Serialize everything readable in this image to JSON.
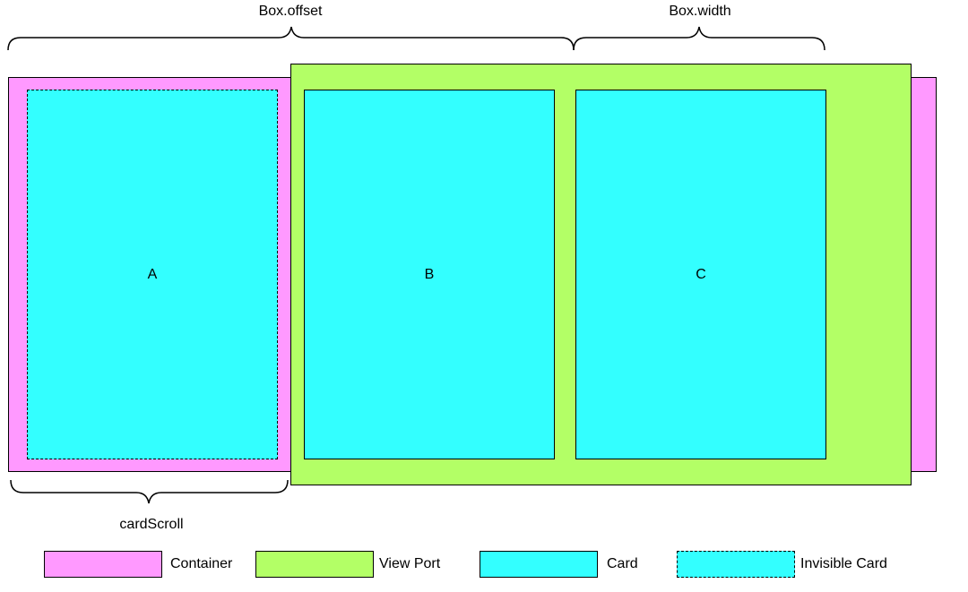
{
  "labels": {
    "box_offset": "Box.offset",
    "box_width": "Box.width",
    "card_scroll": "cardScroll"
  },
  "cards": {
    "a": "A",
    "b": "B",
    "c": "C"
  },
  "legend": {
    "container": "Container",
    "viewport": "View Port",
    "card": "Card",
    "invisible_card": "Invisible Card"
  },
  "colors": {
    "container": "#ff99ff",
    "viewport": "#b3ff66",
    "card": "#33ffff"
  }
}
